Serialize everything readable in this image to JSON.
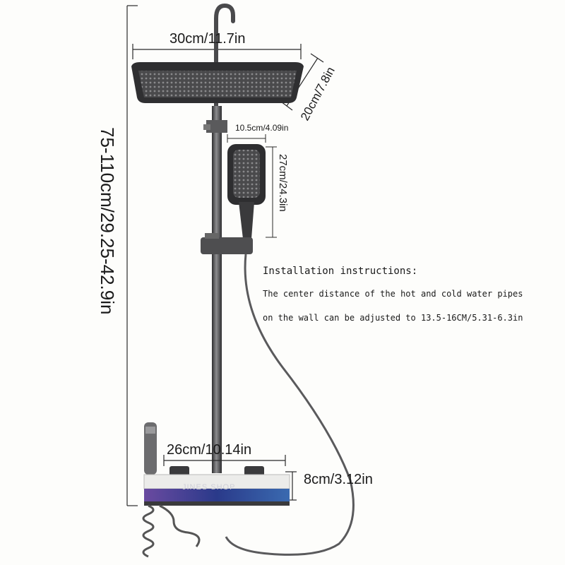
{
  "dimensions": {
    "head_width": "30cm/11.7in",
    "head_depth": "20cm/7.8in",
    "handheld_width": "10.5cm/4.09in",
    "handheld_length": "27cm/24.3in",
    "total_height": "75-110cm/29.25-42.9in",
    "panel_width": "26cm/10.14in",
    "panel_height": "8cm/3.12in"
  },
  "instructions": {
    "title": "Installation instructions:",
    "line1": "The center distance of the hot and cold water pipes",
    "line2": "on the wall can be adjusted to 13.5-16CM/5.31-6.3in"
  },
  "watermark": "JINES SHOP",
  "colors": {
    "metal": "#3c3c3e",
    "metal_light": "#7a7a7c",
    "panel": "#e9e9e7",
    "dimension_line": "#2a2a2a"
  }
}
